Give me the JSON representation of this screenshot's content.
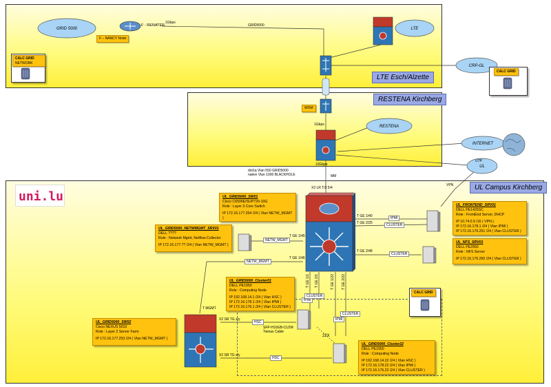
{
  "zones": {
    "lte": {
      "title": "LTE Esch/Alzette"
    },
    "restena": {
      "title": "RESTENA Kirchberg"
    },
    "campus": {
      "title": "UL Campus Kirchberg"
    }
  },
  "clouds": {
    "grid5000": "GRID 5000",
    "lte": "LTE",
    "crpgl": "CRP-GL",
    "restena": "RESTENA",
    "internet": "INTERNET",
    "ul": "UL"
  },
  "labels": {
    "frenater": "F - RENATER",
    "nancy": "F – NANCY Node",
    "gbps1": "1Gbps",
    "grid5000_link": "GRID5000",
    "wdm": "WDM",
    "gbps1b": "1Gbps",
    "gbps10": "10Gbps",
    "dot1q": "dot1q Vlan 550 GRID5000\nnative Vlan 1000 BLACKHOLE",
    "mm": "MM",
    "x2lr": "X2 LR T/3 5/4",
    "vpn": "VPN",
    "utp": "UTP"
  },
  "calc": {
    "top_title": "CALC GRID",
    "top_sub": "NETWORK",
    "right_title": "CALC GRID",
    "center_title": "CALC GRID"
  },
  "nodes": {
    "sw01": {
      "title": "UL_GRID5000_SW01",
      "lines": [
        "Cisco C6506E/SUP720-10G",
        "Role : Layer 3 Core Switch"
      ],
      "ip": "IP 172.16.177.254 /24 ( Vlan NETW_MGMT )"
    },
    "netwmgmt": {
      "title": "UL_GRID5000_NETWMGMT_SRV01",
      "lines": [
        "DELL ????",
        "Role : Network Mgmt, Netflow Collector"
      ],
      "ip": "IP 172.16.177.?? /24 ( Vlan NETW_MGMT )"
    },
    "frontend": {
      "title": "UL_FRONTEND_SRV01",
      "lines": [
        "DELL PE1425SC",
        "Role : FrontEnd Server, DHCP"
      ],
      "ips": [
        "IP 10.74.0.9 /16 ( VPN )",
        "IP 172.16.178.1 /24 ( Vlan IPMI )",
        "IP 172.16.176.251 /24 ( Vlan CLUSTER )"
      ]
    },
    "nfs": {
      "title": "UL_NFS_SRV01",
      "lines": [
        "DELL PE2950",
        "Role : NFS Server"
      ],
      "ip": "IP 172.16.176.250 /24 ( Vlan CLUSTER )"
    },
    "cluster01": {
      "title": "UL_GRID5000_Cluster01",
      "lines": [
        "DELL PE1950",
        "Role : Computing Node"
      ],
      "ips": [
        "IP 192.168.14.1 /24 ( Vlan HSC )",
        "IP 172.16.178.1 /24 ( Vlan IPMI )",
        "IP 172.16.176.1 /24 ( Vlan CLUSTER )"
      ]
    },
    "sw02": {
      "title": "UL_GRID5000_SW02",
      "lines": [
        "Cisco NEXUS 5010",
        "Role : Layer 2 Server Farm"
      ],
      "ip": "IP 172.16.177.253 /24 ( Vlan NETW_MGMT )"
    },
    "cluster22": {
      "title": "UL_GRID5000_Cluster22",
      "lines": [
        "DELL PE1950",
        "Role : Computing Node"
      ],
      "ips": [
        "IP 192.168.14.22 /24 ( Vlan HSC )",
        "IP 172.16.178.22 /24 ( Vlan IPMI )",
        "IP 172.16.176.22 /24 ( Vlan CLUSTER )"
      ]
    }
  },
  "links": {
    "ipmi1": "IPMI",
    "cluster1": "CLUSTER",
    "netw_mgmt1": "NETW_MGMT",
    "netw_mgmt2": "NETW_MGMT",
    "cluster2": "CLUSTER",
    "ipmi2": "IPMI",
    "cluster3": "CLUSTER",
    "ipmi3": "IPMI",
    "cluster4": "CLUSTER",
    "hsc1": "HSC",
    "hsc2": "HSC",
    "tmgmt": "T MGMT",
    "tge140": "T GE 1/40",
    "tge225": "T GE 2/25",
    "tge145": "T GE 1/45",
    "tge146": "T GE 1/46",
    "tge248": "T GE 2/48",
    "x2sr1": "X2 SR TG x/y",
    "x2sr2": "X2 SR TG x/y",
    "sfp": "SFP-H10GB-CU2M\nTwinax Cable",
    "x22": "22X",
    "tge_1": "T GE 1/1",
    "tge_2": "T GE 2/1",
    "tge_3": "T GE 1/22",
    "tge_4": "T GE 2/22"
  },
  "colors": {
    "zone": "#fff67a",
    "box": "#ffc20e",
    "router_red": "#c0392b",
    "switch_blue": "#2e75b6",
    "title_tag": "#9aa9e6"
  }
}
